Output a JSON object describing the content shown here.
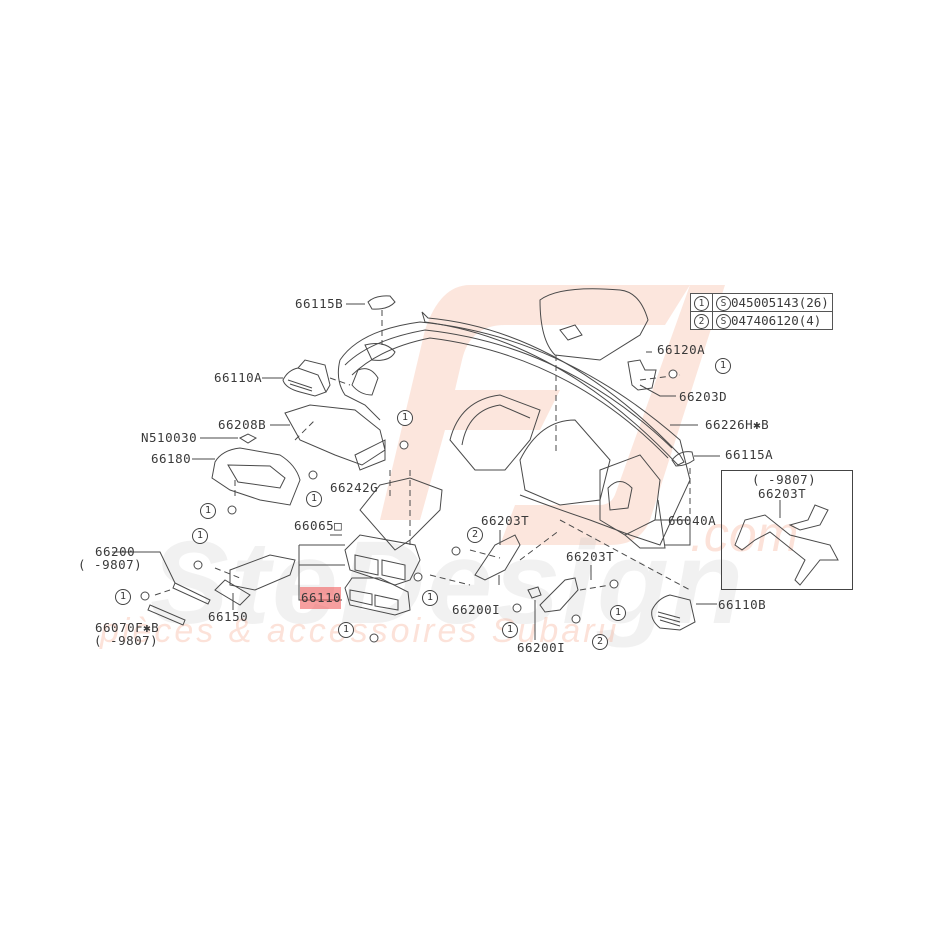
{
  "diagram": {
    "title": "Instrument panel / dashboard parts diagram",
    "watermark": {
      "logo": "SJ",
      "brand": "SteDesign",
      "domain": ".com",
      "tagline": "pièces & accessoires Subaru"
    },
    "highlighted_part": "66110",
    "legend": [
      {
        "ref": "1",
        "symbol": "S",
        "part": "045005143",
        "qty": "(26)"
      },
      {
        "ref": "2",
        "symbol": "S",
        "part": "047406120",
        "qty": "(4)"
      }
    ],
    "parts": [
      {
        "id": "66115B",
        "label": "66115B"
      },
      {
        "id": "66110A",
        "label": "66110A"
      },
      {
        "id": "66208B",
        "label": "66208B"
      },
      {
        "id": "N510030",
        "label": "N510030"
      },
      {
        "id": "66180",
        "label": "66180"
      },
      {
        "id": "66242G",
        "label": "66242G"
      },
      {
        "id": "66065D",
        "label": "66065□"
      },
      {
        "id": "66200",
        "label": "66200"
      },
      {
        "id": "66200-note",
        "label": "(  -9807)"
      },
      {
        "id": "66150",
        "label": "66150"
      },
      {
        "id": "66110",
        "label": "66110"
      },
      {
        "id": "66070FB",
        "label": "66070F✱B"
      },
      {
        "id": "66070FB-note",
        "label": "(  -9807)"
      },
      {
        "id": "66203T-a",
        "label": "66203T"
      },
      {
        "id": "66200I-a",
        "label": "66200I"
      },
      {
        "id": "66203T-b",
        "label": "66203T"
      },
      {
        "id": "66200I-b",
        "label": "66200I"
      },
      {
        "id": "66120A",
        "label": "66120A"
      },
      {
        "id": "66203D",
        "label": "66203D"
      },
      {
        "id": "66226HB",
        "label": "66226H✱B"
      },
      {
        "id": "66115A",
        "label": "66115A"
      },
      {
        "id": "66040A",
        "label": "66040A"
      },
      {
        "id": "66110B",
        "label": "66110B"
      }
    ],
    "inset": {
      "note": "(  -9807)",
      "label": "66203T"
    },
    "callouts": [
      "1",
      "2"
    ]
  }
}
